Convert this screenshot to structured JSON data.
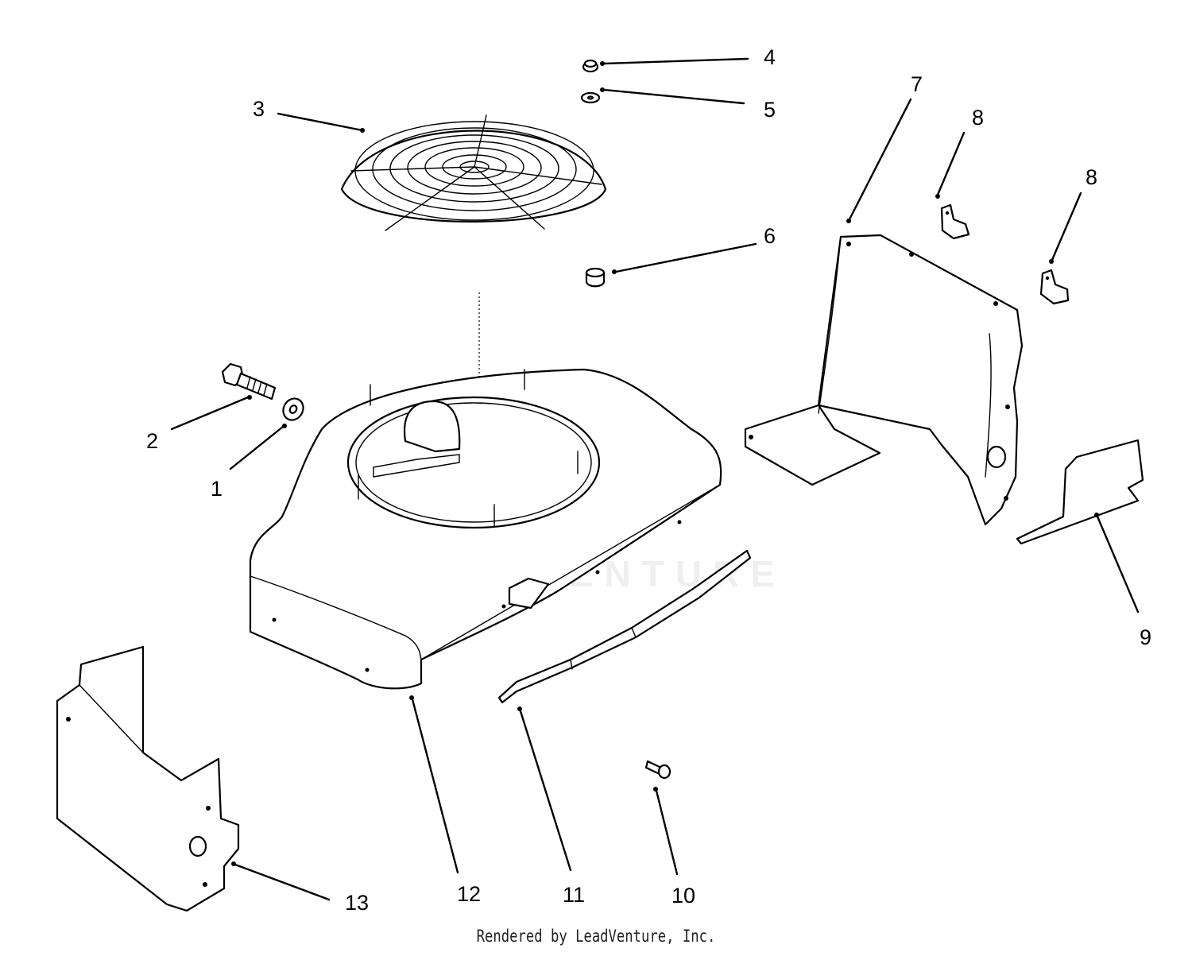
{
  "diagram": {
    "callouts": {
      "c1": "1",
      "c2": "2",
      "c3": "3",
      "c4": "4",
      "c5": "5",
      "c6": "6",
      "c7": "7",
      "c8a": "8",
      "c8b": "8",
      "c9": "9",
      "c10": "10",
      "c11": "11",
      "c12": "12",
      "c13": "13"
    },
    "watermark_text": "LEADVENTURE",
    "footer": "Rendered by LeadVenture, Inc."
  }
}
